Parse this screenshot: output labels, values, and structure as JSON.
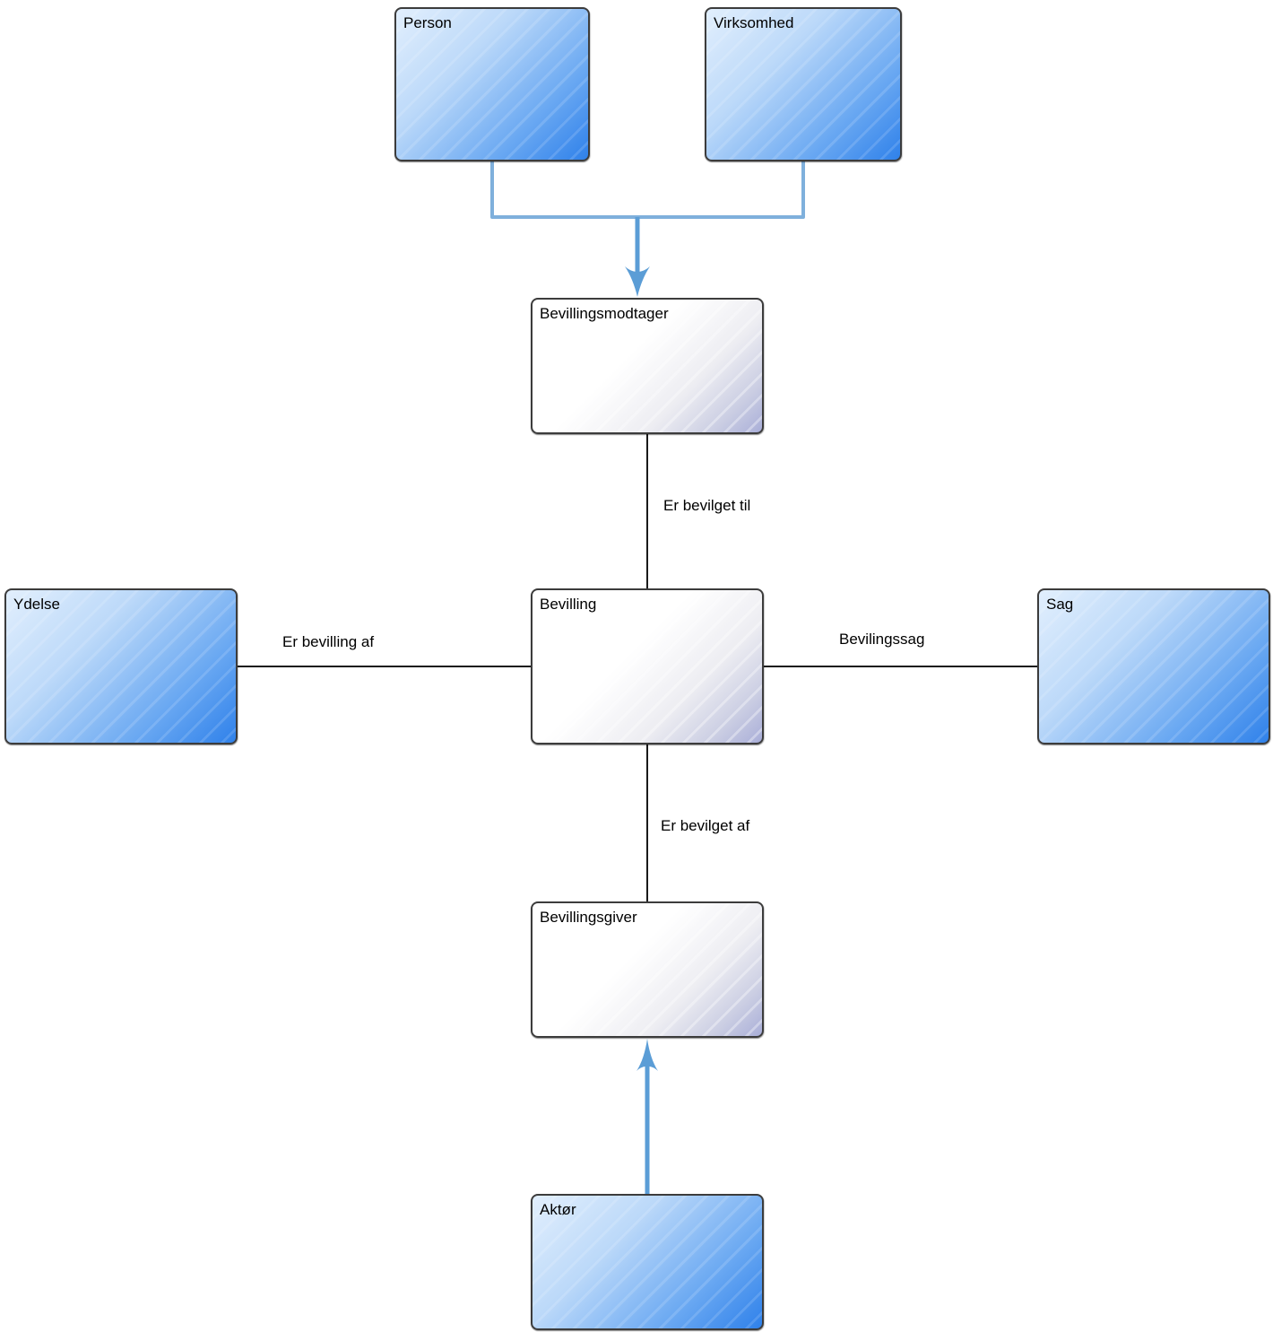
{
  "diagram": {
    "nodes": {
      "person": {
        "label": "Person"
      },
      "virksomhed": {
        "label": "Virksomhed"
      },
      "bevillingsmodtager": {
        "label": "Bevillingsmodtager"
      },
      "bevilling": {
        "label": "Bevilling"
      },
      "ydelse": {
        "label": "Ydelse"
      },
      "sag": {
        "label": "Sag"
      },
      "bevillingsgiver": {
        "label": "Bevillingsgiver"
      },
      "aktoer": {
        "label": "Aktør"
      }
    },
    "edges": {
      "er_bevilget_til": {
        "label": "Er bevilget til"
      },
      "er_bevilling_af": {
        "label": "Er bevilling af"
      },
      "bevilingssag": {
        "label": "Bevilingssag"
      },
      "er_bevilget_af": {
        "label": "Er bevilget af"
      }
    },
    "colors": {
      "node_blue_light": "#e2effd",
      "node_blue_dark": "#2f81ea",
      "node_white": "#ffffff",
      "node_white_corner": "#a9aed8",
      "node_border": "#3c3c3c",
      "connector_black": "#1a1a1a",
      "connector_blue": "#7fb0dc",
      "arrow_blue": "#5b9dd6"
    }
  }
}
